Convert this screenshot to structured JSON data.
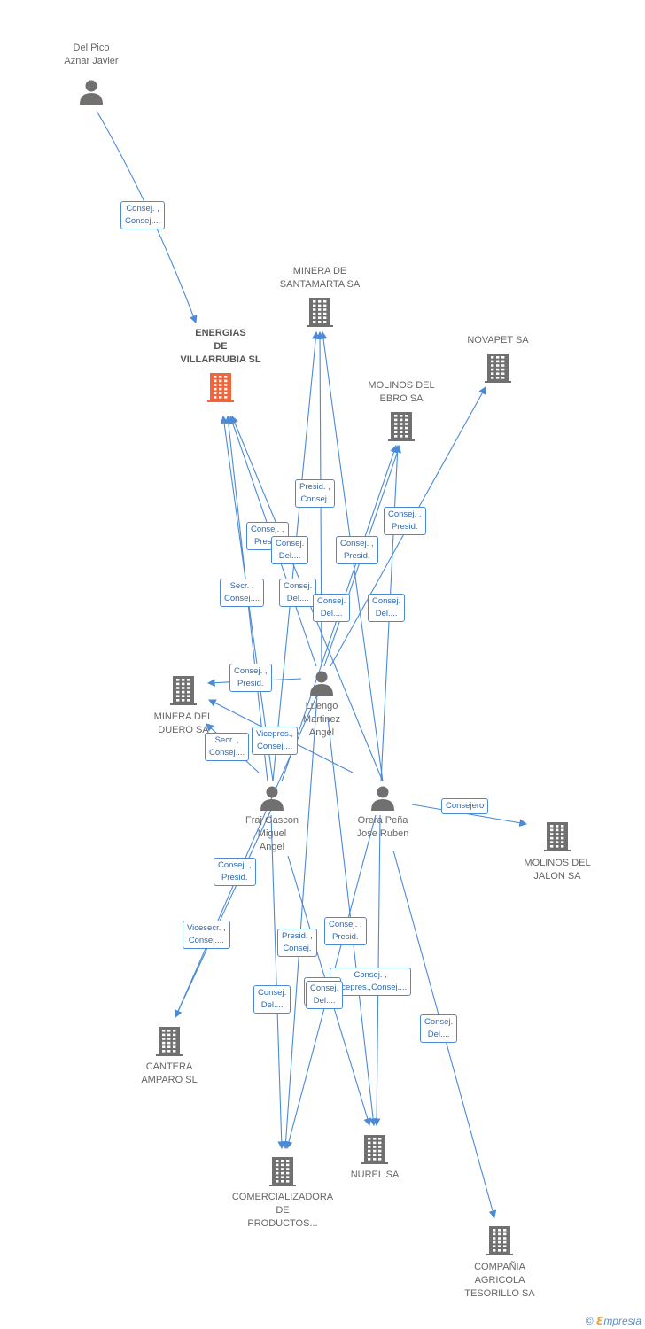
{
  "colors": {
    "edge": "#4a8ad6",
    "icon": "#707070",
    "focus_icon": "#f2643a"
  },
  "nodes": [
    {
      "id": "delpico",
      "label": "Del Pico\nAznar Javier",
      "type": "person"
    },
    {
      "id": "energias",
      "label": "ENERGIAS\nDE\nVILLARRUBIA SL",
      "type": "company",
      "focus": true
    },
    {
      "id": "minera_sm",
      "label": "MINERA DE\nSANTAMARTA SA",
      "type": "company"
    },
    {
      "id": "novapet",
      "label": "NOVAPET SA",
      "type": "company"
    },
    {
      "id": "molinos_ebro",
      "label": "MOLINOS DEL\nEBRO SA",
      "type": "company"
    },
    {
      "id": "luengo",
      "label": "Luengo\nMartinez\nAngel",
      "type": "person"
    },
    {
      "id": "minera_duero",
      "label": "MINERA DEL\nDUERO SA",
      "type": "company"
    },
    {
      "id": "fraj",
      "label": "Fraj Gascon\nMiguel\nAngel",
      "type": "person"
    },
    {
      "id": "orera",
      "label": "Orera Peña\nJose Ruben",
      "type": "person"
    },
    {
      "id": "molinos_jalon",
      "label": "MOLINOS DEL\nJALON SA",
      "type": "company"
    },
    {
      "id": "cantera",
      "label": "CANTERA\nAMPARO SL",
      "type": "company"
    },
    {
      "id": "comercializadora",
      "label": "COMERCIALIZADORA\nDE\nPRODUCTOS...",
      "type": "company"
    },
    {
      "id": "nurel",
      "label": "NUREL SA",
      "type": "company"
    },
    {
      "id": "compania",
      "label": "COMPAÑIA\nAGRICOLA\nTESORILLO SA",
      "type": "company"
    }
  ],
  "edge_badges": [
    {
      "id": "b1",
      "text": "Consej. ,\nConsej...."
    },
    {
      "id": "b2",
      "text": "Presid. ,\nConsej."
    },
    {
      "id": "b3",
      "text": "Consej. ,\nPresid."
    },
    {
      "id": "b4",
      "text": "Consej. ,\nPresid."
    },
    {
      "id": "b5",
      "text": "Consej.\nDel...."
    },
    {
      "id": "b6",
      "text": "Consej. ,\nPresid."
    },
    {
      "id": "b7",
      "text": "Secr. ,\nConsej...."
    },
    {
      "id": "b8",
      "text": "Consej.\nDel...."
    },
    {
      "id": "b9",
      "text": "Consej.\nDel...."
    },
    {
      "id": "b10",
      "text": "Consej.\nDel...."
    },
    {
      "id": "b11",
      "text": "Consej. ,\nPresid."
    },
    {
      "id": "b12",
      "text": "Vicepres.,\nConsej...."
    },
    {
      "id": "b13",
      "text": "Secr. ,\nConsej...."
    },
    {
      "id": "b14",
      "text": "Consejero"
    },
    {
      "id": "b15",
      "text": "Consej. ,\nPresid."
    },
    {
      "id": "b16",
      "text": "Vicesecr. ,\nConsej...."
    },
    {
      "id": "b17",
      "text": "Presid. ,\nConsej."
    },
    {
      "id": "b18",
      "text": "Consej. ,\nPresid."
    },
    {
      "id": "b19",
      "text": "Consej. ,\nVicepres.,Consej...."
    },
    {
      "id": "b20",
      "text": "Consej.\nDel...."
    },
    {
      "id": "b21",
      "text": "Consej.\nDel...."
    },
    {
      "id": "b22",
      "text": "Consej.\nDel...."
    },
    {
      "id": "b23",
      "text": "Consej.\nDel...."
    }
  ],
  "footer": {
    "symbol": "©",
    "e": "ℇ",
    "brand": "mpresia"
  }
}
